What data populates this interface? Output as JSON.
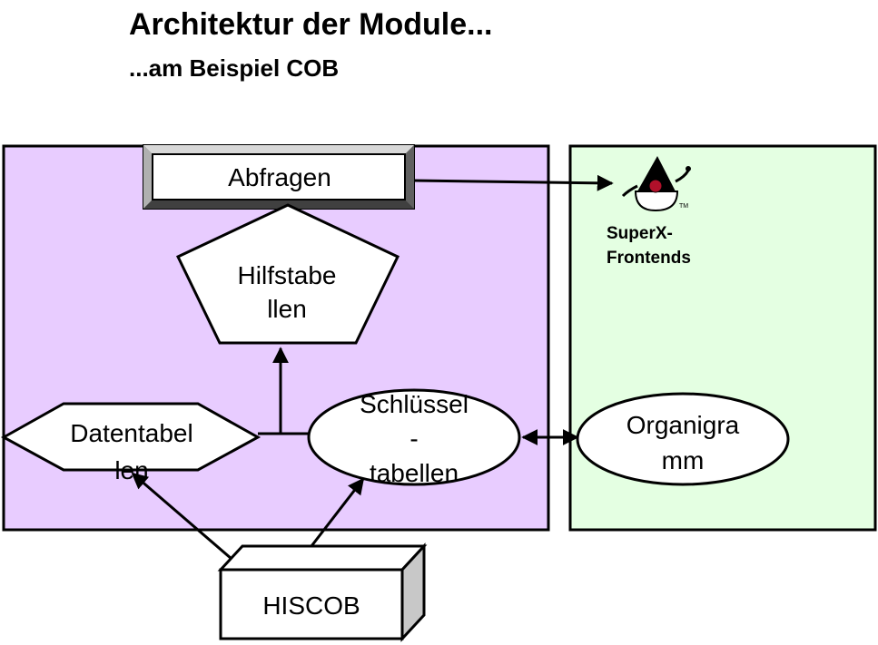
{
  "title": "Architektur der Module...",
  "subtitle": "...am Beispiel COB",
  "colors": {
    "left_panel": "#e8ccff",
    "right_panel": "#e4ffe2",
    "box_shadow": "#c8c8c8"
  },
  "nodes": {
    "abfragen": "Abfragen",
    "hilfstabellen": [
      "Hilfstabe",
      "llen"
    ],
    "datentabellen": [
      "Datentabel",
      "len"
    ],
    "schluesseltabellen": [
      "Schlüssel",
      "-",
      "tabellen"
    ],
    "organigramm": [
      "Organigra",
      "mm"
    ],
    "hiscob": "HISCOB",
    "superx_frontends": [
      "SuperX-",
      "Frontends"
    ]
  },
  "icons": {
    "superx_logo": "java-duke-mascot-icon"
  }
}
